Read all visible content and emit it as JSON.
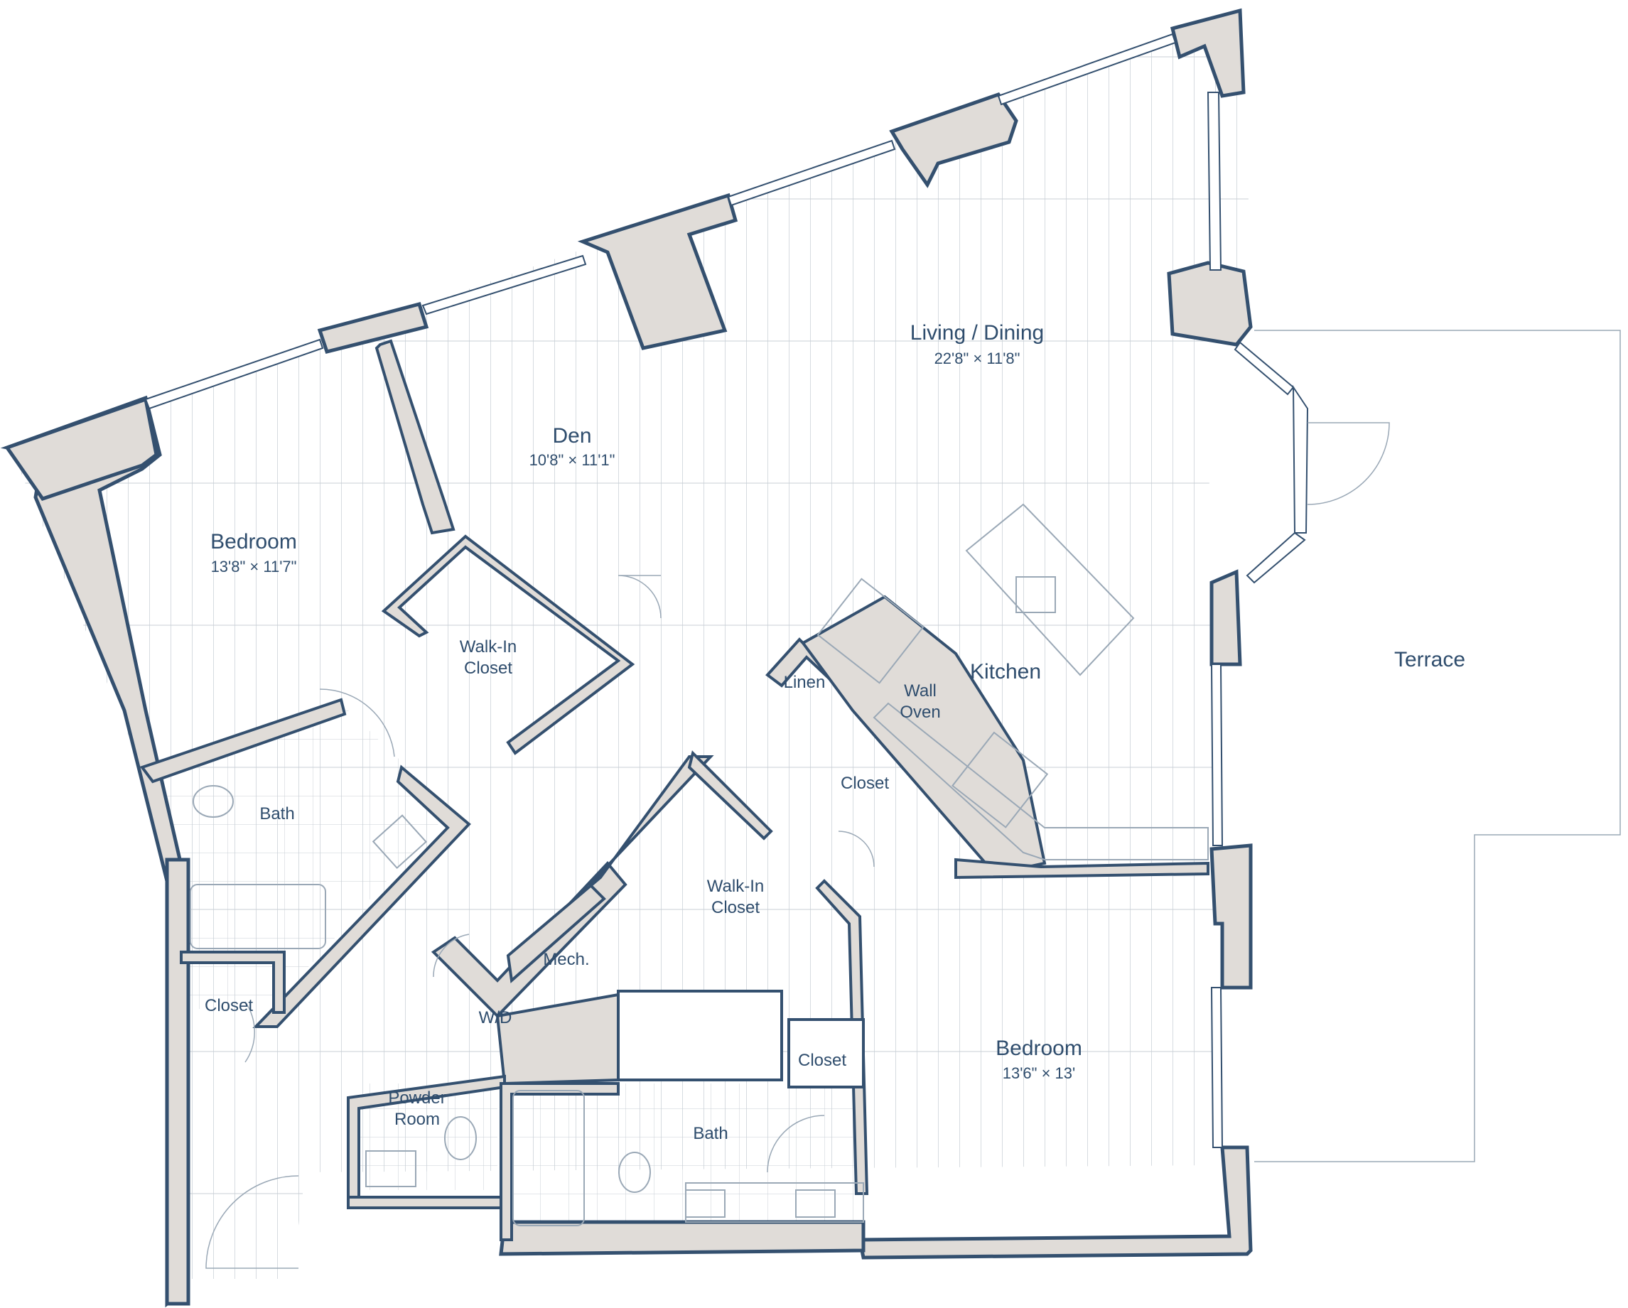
{
  "rooms": {
    "living_dining": {
      "name": "Living / Dining",
      "dimensions": "22'8\" × 11'8\""
    },
    "den": {
      "name": "Den",
      "dimensions": "10'8\" × 11'1\""
    },
    "bedroom_1": {
      "name": "Bedroom",
      "dimensions": "13'8\" × 11'7\""
    },
    "bedroom_2": {
      "name": "Bedroom",
      "dimensions": "13'6\" × 13'"
    },
    "kitchen": {
      "name": "Kitchen"
    },
    "terrace": {
      "name": "Terrace"
    },
    "walk_in_closet_1": {
      "line1": "Walk-In",
      "line2": "Closet"
    },
    "walk_in_closet_2": {
      "line1": "Walk-In",
      "line2": "Closet"
    },
    "bath_1": {
      "name": "Bath"
    },
    "bath_2": {
      "name": "Bath"
    },
    "powder_room": {
      "line1": "Powder",
      "line2": "Room"
    },
    "closet_1": {
      "name": "Closet"
    },
    "closet_2": {
      "name": "Closet"
    },
    "closet_3": {
      "name": "Closet"
    },
    "linen": {
      "name": "Linen"
    },
    "wall_oven": {
      "line1": "Wall",
      "line2": "Oven"
    },
    "mech": {
      "name": "Mech."
    },
    "wd": {
      "name": "W/D"
    }
  },
  "colors": {
    "wall_fill": "#e0dcd8",
    "wall_stroke": "#34506f",
    "floor_line": "#c8cfd6",
    "fixture_line": "#9aa8b6",
    "label": "#2f4d6d"
  }
}
